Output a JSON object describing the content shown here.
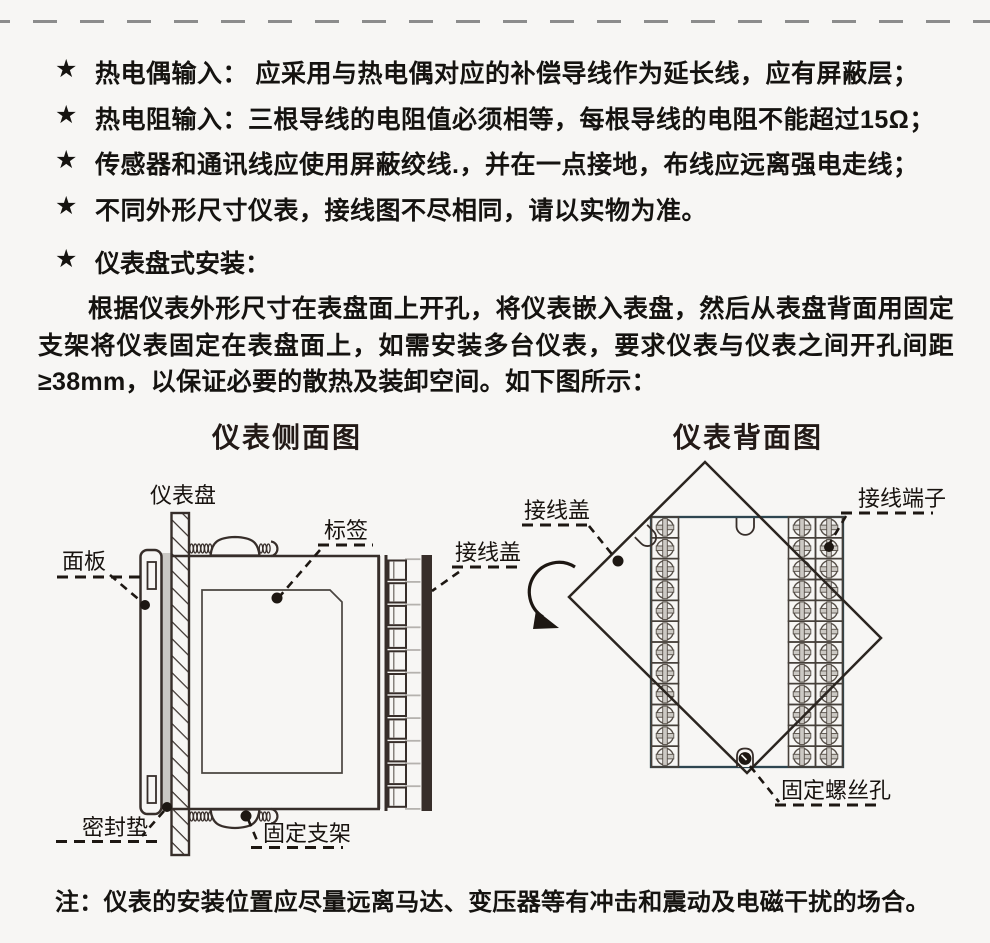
{
  "colors": {
    "ink": "#151310",
    "line": "#372e2a",
    "slate": "#2e4650",
    "gasket": "#cac8c4",
    "rule": "#8c8c8c",
    "rung": "#b5b2ae"
  },
  "bullets": [
    {
      "marker": "★",
      "text": "热电偶输入： 应采用与热电偶对应的补偿导线作为延长线，应有屏蔽层；"
    },
    {
      "marker": "★",
      "text": "热电阻输入：三根导线的电阻值必须相等，每根导线的电阻不能超过15Ω；"
    },
    {
      "marker": "★",
      "text": "传感器和通讯线应使用屏蔽绞线.，并在一点接地，布线应远离强电走线；"
    },
    {
      "marker": "★",
      "text": "不同外形尺寸仪表，接线图不尽相同，请以实物为准。"
    }
  ],
  "section": {
    "marker": "★",
    "title": "仪表盘式安装："
  },
  "paragraph": "根据仪表外形尺寸在表盘面上开孔，将仪表嵌入表盘，然后从表盘背面用固定支架将仪表固定在表盘面上，如需安装多台仪表，要求仪表与仪表之间开孔间距≥38mm，以保证必要的散热及装卸空间。如下图所示：",
  "side_view": {
    "title": "仪表侧面图",
    "ladder_cells": 11,
    "labels": {
      "panel_board": "仪表盘",
      "front_panel": "面板",
      "tag": "标签",
      "terminal_cover": "接线盖",
      "gasket": "密封垫",
      "bracket": "固定支架"
    }
  },
  "back_view": {
    "title": "仪表背面图",
    "terminal_rows": 12,
    "labels": {
      "terminal_cover": "接线盖",
      "terminals": "接线端子",
      "screw_hole": "固定螺丝孔"
    }
  },
  "note": "注：仪表的安装位置应尽量远离马达、变压器等有冲击和震动及电磁干扰的场合。"
}
